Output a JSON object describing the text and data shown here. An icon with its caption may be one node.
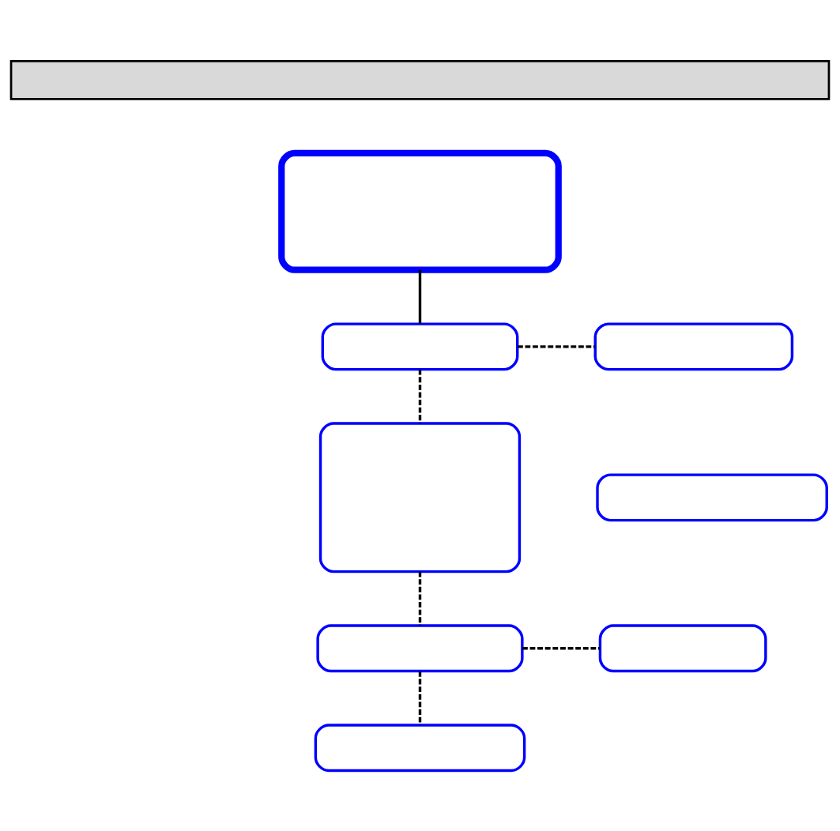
{
  "diagram": {
    "nodes": [
      {
        "text": [],
        "shape": "bar"
      },
      {
        "text": [],
        "shape": "box"
      },
      {
        "text": [],
        "shape": "box"
      },
      {
        "text": [],
        "shape": "box"
      },
      {
        "text": [],
        "shape": "box"
      },
      {
        "text": [],
        "shape": "box"
      },
      {
        "text": [],
        "shape": "box"
      },
      {
        "text": [],
        "shape": "box"
      },
      {
        "text": [],
        "shape": "box"
      }
    ],
    "edges": [
      {
        "from": 1,
        "to": 2,
        "arrow": "none"
      },
      {
        "from": 2,
        "to": 3,
        "arrow": "none",
        "style": "dashed"
      },
      {
        "from": 2,
        "to": 4,
        "arrow": "none",
        "style": "dashed"
      },
      {
        "from": 4,
        "to": 6,
        "arrow": "none",
        "style": "dashed"
      },
      {
        "from": 6,
        "to": 7,
        "arrow": "none",
        "style": "dashed"
      },
      {
        "from": 6,
        "to": 8,
        "arrow": "none",
        "style": "dashed"
      }
    ]
  }
}
